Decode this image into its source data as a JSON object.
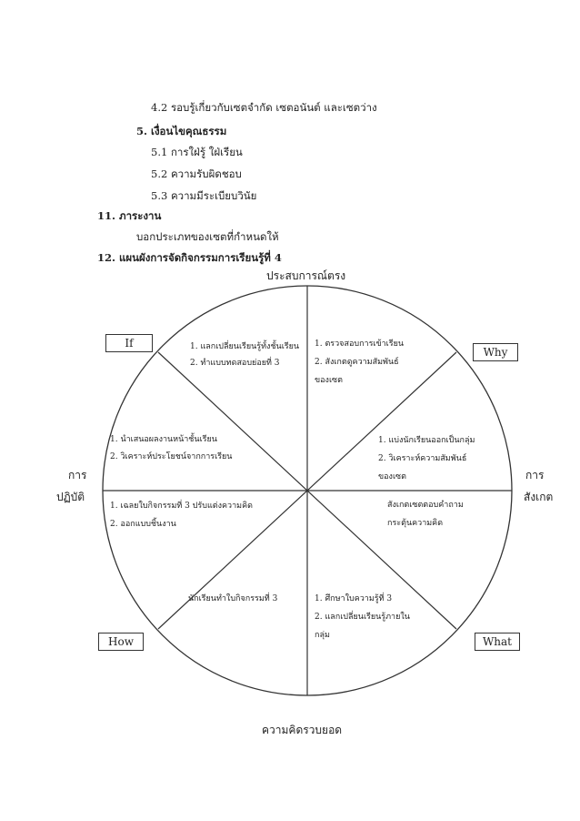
{
  "outline": {
    "item_4_2": "4.2  รอบรู้เกี่ยวกับเซตจำกัด เซตอนันต์ และเซตว่าง",
    "item_5": "5.  เงื่อนไขคุณธรรม",
    "item_5_1": "5.1   การใฝ่รู้ ใฝ่เรียน",
    "item_5_2": "5.2   ความรับผิดชอบ",
    "item_5_3": "5.3   ความมีระเบียบวินัย",
    "item_11": "11.  ภาระงาน",
    "item_11_text": "บอกประเภทของเซตที่กำหนดให้",
    "item_12": "12.  แผนผังการจัดกิจกรรมการเรียนรู้ที่ 4"
  },
  "wheel": {
    "axis_top": "ประสบการณ์ตรง",
    "axis_bottom": "ความคิดรวบยอด",
    "axis_left": [
      "การ",
      "ปฏิบัติ"
    ],
    "axis_right": [
      "การ",
      "สังเกต"
    ],
    "corner_if": "If",
    "corner_why": "Why",
    "corner_how": "How",
    "corner_what": "What",
    "seg_top_left": [
      "1. แลกเปลี่ยนเรียนรู้ทั้งชั้นเรียน",
      "2. ทำแบบทดสอบย่อยที่ 3"
    ],
    "seg_top_right": [
      "1. ตรวจสอบการเข้าเรียน",
      "2. สังเกตดูความสัมพันธ์",
      "ของเซต"
    ],
    "seg_left_upper": [
      "1. นำเสนอผลงานหน้าชั้นเรียน",
      "2. วิเคราะห์ประโยชน์จากการเรียน"
    ],
    "seg_right_upper": [
      "1. แบ่งนักเรียนออกเป็นกลุ่ม",
      "2. วิเคราะห์ความสัมพันธ์",
      "ของเซต"
    ],
    "seg_left_lower": [
      "1. เฉลยใบกิจกรรมที่ 3 ปรับแต่งความคิด",
      "2. ออกแบบชิ้นงาน"
    ],
    "seg_right_lower": [
      "สังเกตเซตตอบคำถาม",
      "กระตุ้นความคิด"
    ],
    "seg_bottom_left": [
      "นักเรียนทำใบกิจกรรมที่ 3"
    ],
    "seg_bottom_right": [
      "1. ศึกษาใบความรู้ที่ 3",
      "2. แลกเปลี่ยนเรียนรู้ภายใน",
      "กลุ่ม"
    ]
  }
}
